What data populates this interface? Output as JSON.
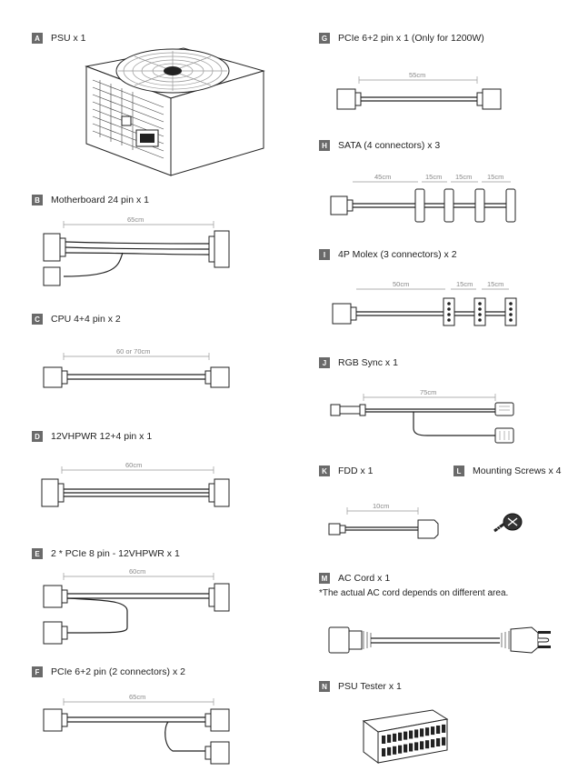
{
  "items": {
    "A": {
      "badge": "A",
      "label": "PSU x 1"
    },
    "B": {
      "badge": "B",
      "label": "Motherboard 24 pin x 1",
      "length": "65cm"
    },
    "C": {
      "badge": "C",
      "label": "CPU 4+4 pin x 2",
      "length": "60 or 70cm"
    },
    "D": {
      "badge": "D",
      "label": "12VHPWR 12+4 pin x 1",
      "length": "60cm"
    },
    "E": {
      "badge": "E",
      "label": "2 * PCIe 8 pin - 12VHPWR x 1",
      "length": "60cm"
    },
    "F": {
      "badge": "F",
      "label": "PCIe 6+2 pin (2 connectors) x 2",
      "length": "65cm"
    },
    "G": {
      "badge": "G",
      "label": "PCIe 6+2 pin x 1 (Only for 1200W)",
      "length": "55cm"
    },
    "H": {
      "badge": "H",
      "label": "SATA (4 connectors) x 3",
      "lengths": [
        "45cm",
        "15cm",
        "15cm",
        "15cm"
      ]
    },
    "I": {
      "badge": "I",
      "label": "4P Molex (3 connectors) x 2",
      "lengths": [
        "50cm",
        "15cm",
        "15cm"
      ]
    },
    "J": {
      "badge": "J",
      "label": "RGB Sync x 1",
      "length": "75cm"
    },
    "K": {
      "badge": "K",
      "label": "FDD x 1",
      "length": "10cm"
    },
    "L": {
      "badge": "L",
      "label": "Mounting Screws x 4"
    },
    "M": {
      "badge": "M",
      "label": "AC Cord x 1",
      "note": "*The actual AC cord depends on different area."
    },
    "N": {
      "badge": "N",
      "label": "PSU Tester x 1"
    }
  }
}
